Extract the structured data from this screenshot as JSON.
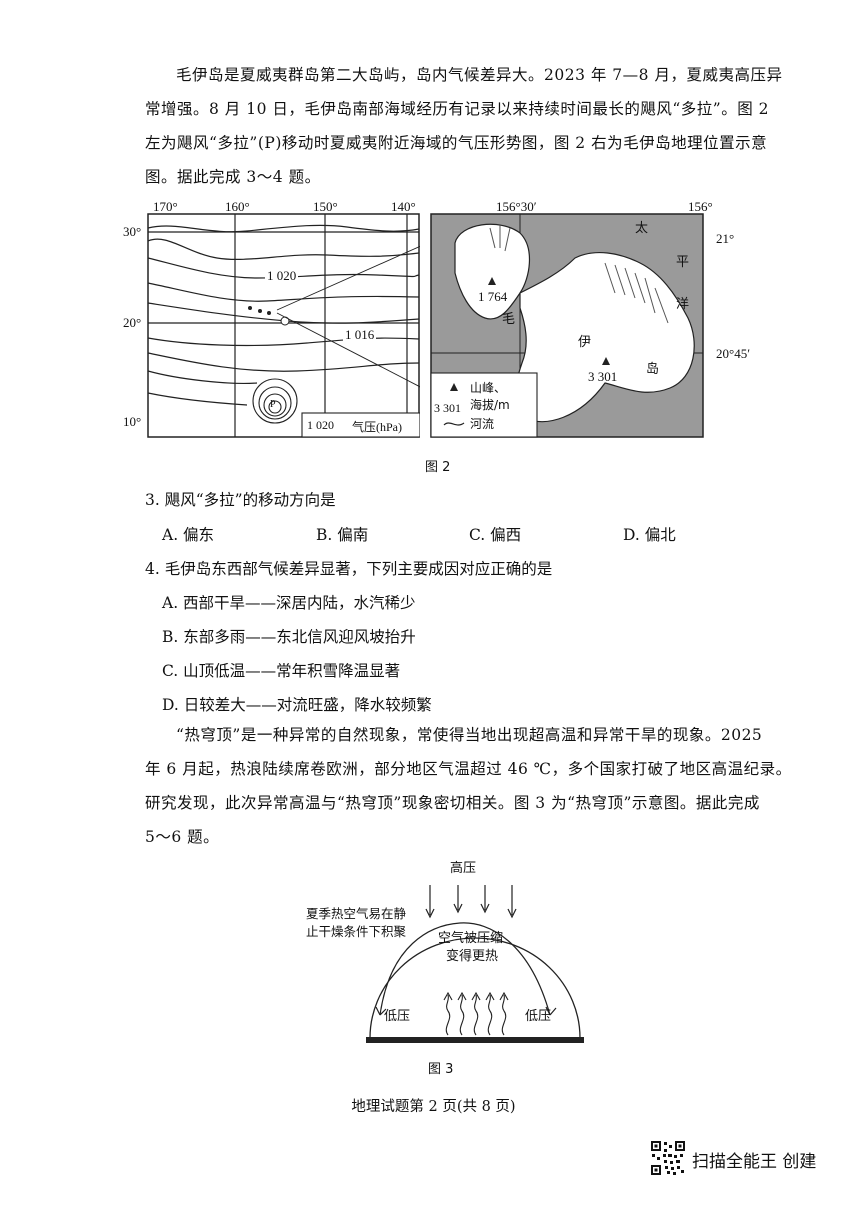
{
  "intro": {
    "line1": "毛伊岛是夏威夷群岛第二大岛屿，岛内气候差异大。2023 年 7—8 月，夏威夷高压异",
    "line2": "常增强。8 月 10 日，毛伊岛南部海域经历有记录以来持续时间最长的飓风“多拉”。图 2",
    "line3": "左为飓风“多拉”(P)移动时夏威夷附近海域的气压形势图，图 2 右为毛伊岛地理位置示意",
    "line4": "图。据此完成 3～4 题。"
  },
  "fig2": {
    "caption": "图 2",
    "left": {
      "lon_labels": [
        "170°",
        "160°",
        "150°",
        "140°"
      ],
      "lat_labels": [
        "30°",
        "20°",
        "10°"
      ],
      "isobar_1020": "1 020",
      "isobar_1016": "1 016",
      "typhoon_label": "P",
      "legend": "1 020",
      "legend_unit": "气压(hPa)"
    },
    "right": {
      "lon_labels": [
        "156°30′",
        "156°"
      ],
      "lat_labels": [
        "21°",
        "20°45′"
      ],
      "peak1": "1 764",
      "peak2": "3 301",
      "ocean_chars": [
        "太",
        "平",
        "洋"
      ],
      "island_chars": [
        "毛",
        "伊",
        "岛"
      ],
      "legend_peak_value": "3 301",
      "legend_peak": "山峰、",
      "legend_alt": "海拔/m",
      "legend_river": "河流"
    }
  },
  "q3": {
    "stem": "3. 飓风“多拉”的移动方向是",
    "options": [
      "A. 偏东",
      "B. 偏南",
      "C. 偏西",
      "D. 偏北"
    ]
  },
  "q4": {
    "stem": "4. 毛伊岛东西部气候差异显著，下列主要成因对应正确的是",
    "options": [
      "A. 西部干旱——深居内陆，水汽稀少",
      "B. 东部多雨——东北信风迎风坡抬升",
      "C. 山顶低温——常年积雪降温显著",
      "D. 日较差大——对流旺盛，降水较频繁"
    ]
  },
  "intro2": {
    "line1": "“热穹顶”是一种异常的自然现象，常使得当地出现超高温和异常干旱的现象。2025",
    "line2": "年 6 月起，热浪陆续席卷欧洲，部分地区气温超过 46 ℃，多个国家打破了地区高温纪录。",
    "line3": "研究发现，此次异常高温与“热穹顶”现象密切相关。图 3 为“热穹顶”示意图。据此完成",
    "line4": "5～6 题。"
  },
  "fig3": {
    "caption": "图 3",
    "top_label": "高压",
    "side_note_1": "夏季热空气易在静",
    "side_note_2": "止干燥条件下积聚",
    "center_1": "空气被压缩",
    "center_2": "变得更热",
    "low_left": "低压",
    "low_right": "低压"
  },
  "footer": "地理试题第 2 页(共 8 页)",
  "watermark": "扫描全能王 创建"
}
